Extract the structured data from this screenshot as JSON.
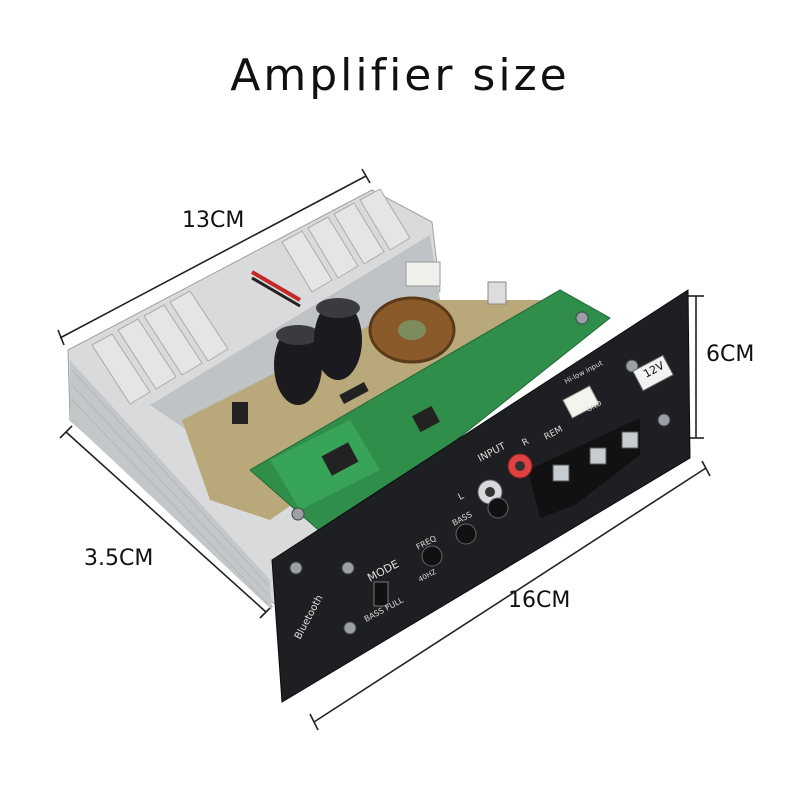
{
  "title": "Amplifier size",
  "dimensions": {
    "length_top": "13CM",
    "height": "6CM",
    "depth": "3.5CM",
    "length_bottom": "16CM"
  },
  "panel": {
    "voltage": "12V",
    "mode": "MODE",
    "mode_options": "BASS FULL",
    "freq": "FREQ",
    "freq_value": "40HZ",
    "bass": "BASS",
    "input": "INPUT",
    "left": "L",
    "right": "R",
    "rem": "REM",
    "hi_low": "Hi-low input",
    "gnd": "GND",
    "brand": "Bluetooth"
  },
  "colors": {
    "pcb": "#2f8f4a",
    "heatsink": "#cfd2d4",
    "panel": "#1e1f22"
  }
}
